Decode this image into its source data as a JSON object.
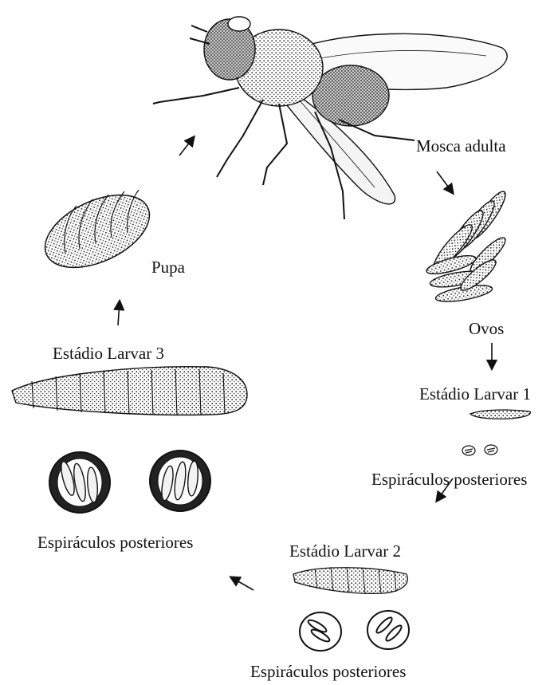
{
  "labels": {
    "adult": "Mosca adulta",
    "eggs": "Ovos",
    "larva1": "Estádio Larvar 1",
    "spiracles1": "Espiráculos posteriores",
    "larva2": "Estádio Larvar 2",
    "spiracles2": "Espiráculos posteriores",
    "spiracles3": "Espiráculos posteriores",
    "larva3": "Estádio Larvar 3",
    "pupa": "Pupa"
  },
  "colors": {
    "ink": "#111111",
    "shade": "#555555",
    "paper": "#ffffff"
  }
}
